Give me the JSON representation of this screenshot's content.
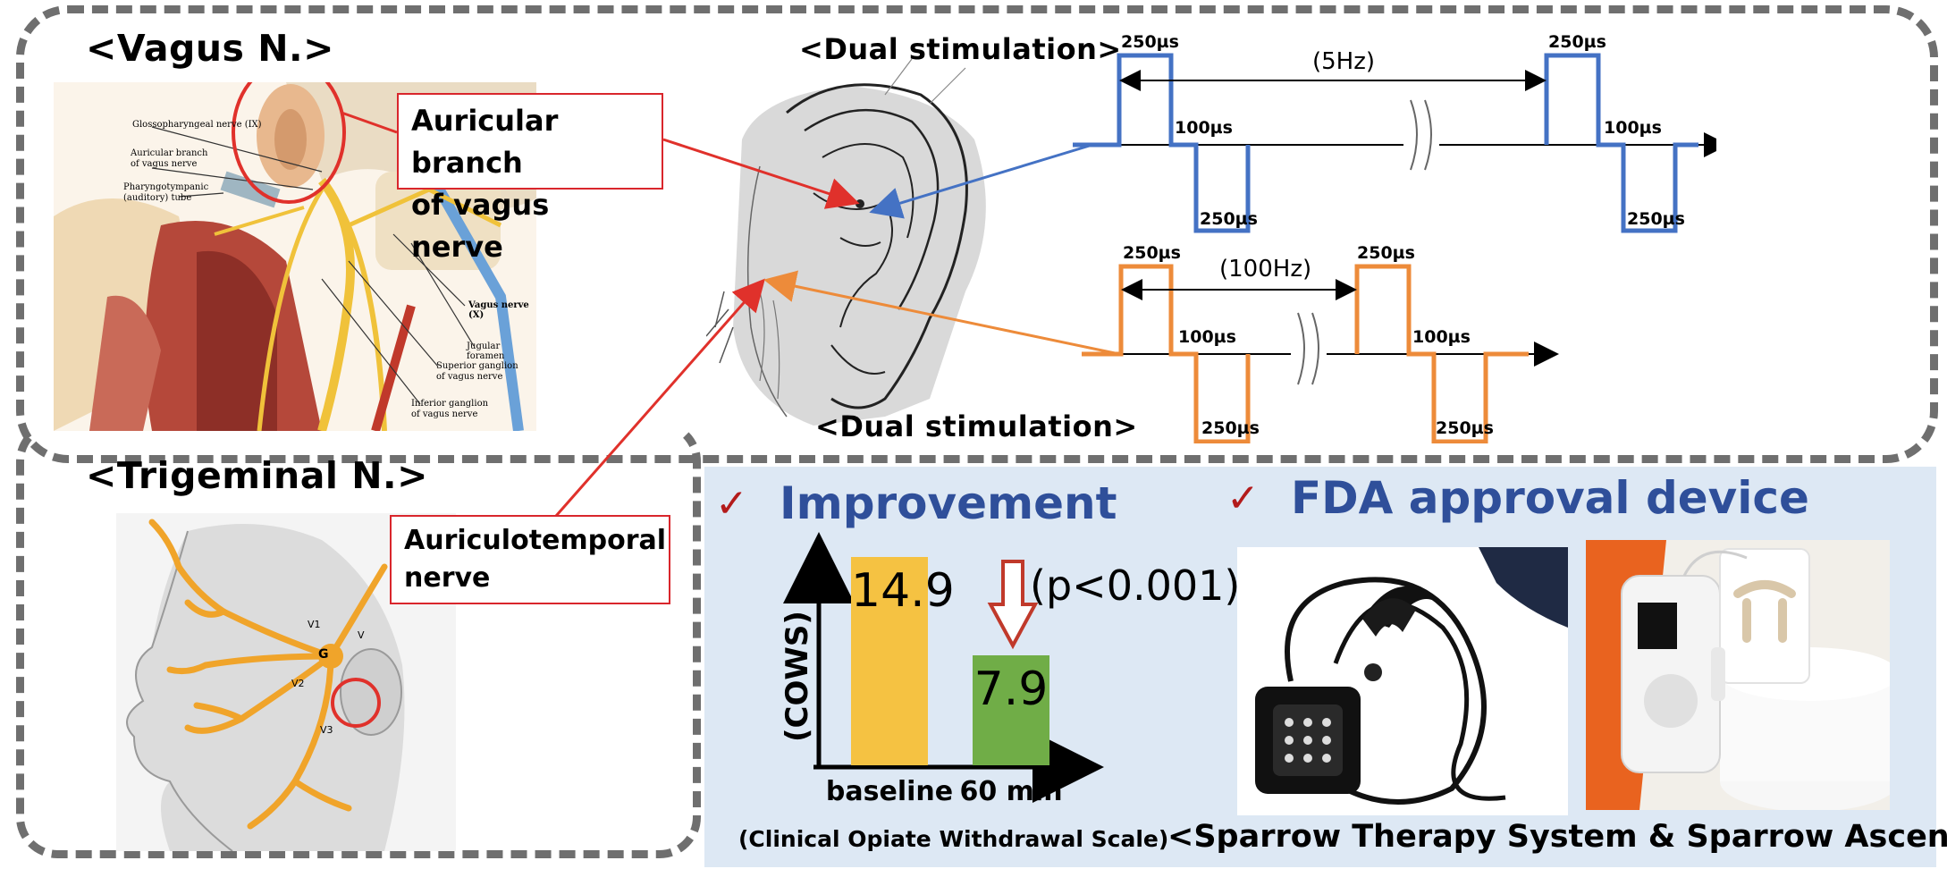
{
  "vagus": {
    "heading": "<Vagus N.>",
    "callout_line1": "Auricular branch",
    "callout_line2": "of vagus nerve",
    "labels": {
      "glossopharyngeal": "Glossopharyngeal nerve (IX)",
      "auricular_1": "Auricular branch",
      "auricular_2": "of vagus nerve",
      "pharyngo_1": "Pharyngotympanic",
      "pharyngo_2": "(auditory) tube",
      "vagus_x": "Vagus nerve (X)",
      "jugular": "Jugular foramen",
      "superior_1": "Superior ganglion",
      "superior_2": "of vagus nerve",
      "inferior_1": "Inferior ganglion",
      "inferior_2": "of vagus nerve"
    }
  },
  "trigeminal": {
    "heading": "<Trigeminal N.>",
    "callout_line1": "Auriculotemporal",
    "callout_line2": "nerve",
    "labels": {
      "g": "G",
      "v1": "V1",
      "v2": "V2",
      "v3": "V3",
      "v": "V"
    }
  },
  "dual": {
    "title_top": "<Dual stimulation>",
    "title_bottom": "<Dual stimulation>"
  },
  "waveforms": {
    "blue_color": "#4472c4",
    "orange_color": "#ed8b3a",
    "blue": {
      "frequency": "(5Hz)",
      "pos_width": "250µs",
      "gap": "100µs",
      "neg_width": "250µs"
    },
    "orange": {
      "frequency": "(100Hz)",
      "pos_width": "250µs",
      "gap": "100µs",
      "neg_width": "250µs"
    }
  },
  "improvement": {
    "heading": "Improvement",
    "check": "✓",
    "ylabel": "(COWS)",
    "annotation": "(p<0.001)",
    "scale_label": "(Clinical Opiate Withdrawal Scale)",
    "chart_data": {
      "type": "bar",
      "categories": [
        "baseline",
        "60 min"
      ],
      "values": [
        14.9,
        7.9
      ],
      "ylabel": "(COWS)",
      "ylim": [
        0,
        16
      ],
      "colors": [
        "#f5c242",
        "#70ad47"
      ]
    }
  },
  "fda": {
    "heading": "FDA approval device",
    "check": "✓",
    "caption": "<Sparrow Therapy System & Sparrow Ascent>"
  }
}
